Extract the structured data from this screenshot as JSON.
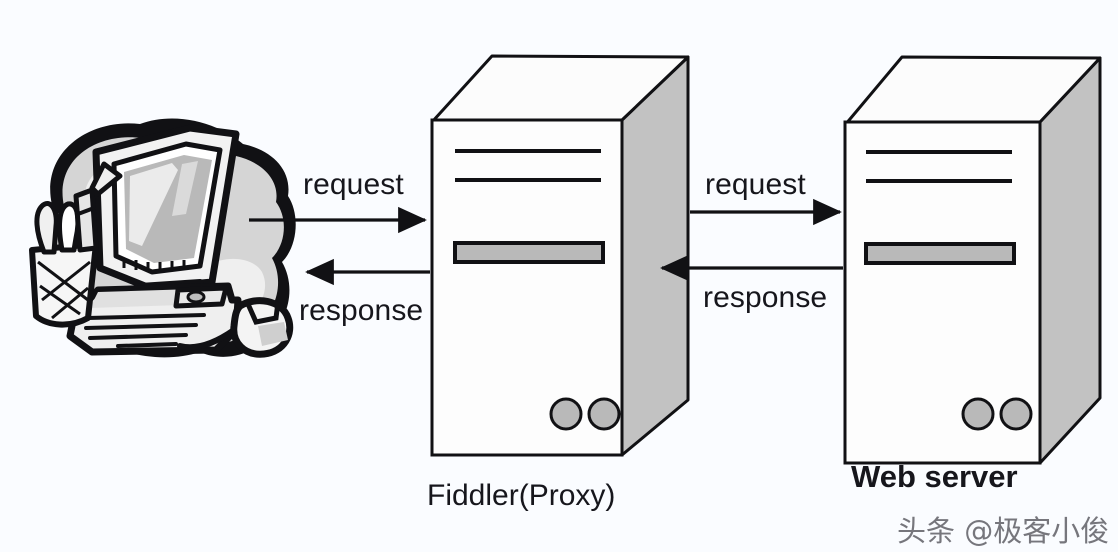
{
  "diagram": {
    "title_alt": "Fiddler proxy request and response flow",
    "background_color": "#fafcff",
    "ink_color": "#16161c",
    "tower_face_color": "#fdfdfd",
    "tower_side_color": "#c2c2c2",
    "tower_slot_color": "#b9b9b9",
    "clipart_gray": "#d9d9d9",
    "clipart_gray_dark": "#bdbdbd"
  },
  "nodes": {
    "client": {
      "name": "client-computer",
      "caption": ""
    },
    "proxy": {
      "name": "fiddler-proxy",
      "caption": "Fiddler(Proxy)"
    },
    "server": {
      "name": "web-server",
      "caption": "Web server"
    }
  },
  "arrows": {
    "client_to_proxy": {
      "label": "request",
      "direction": "right"
    },
    "proxy_to_client": {
      "label": "response",
      "direction": "left"
    },
    "proxy_to_server": {
      "label": "request",
      "direction": "right"
    },
    "server_to_proxy": {
      "label": "response",
      "direction": "left"
    }
  },
  "watermark": {
    "text": "头条 @极客小俊"
  }
}
